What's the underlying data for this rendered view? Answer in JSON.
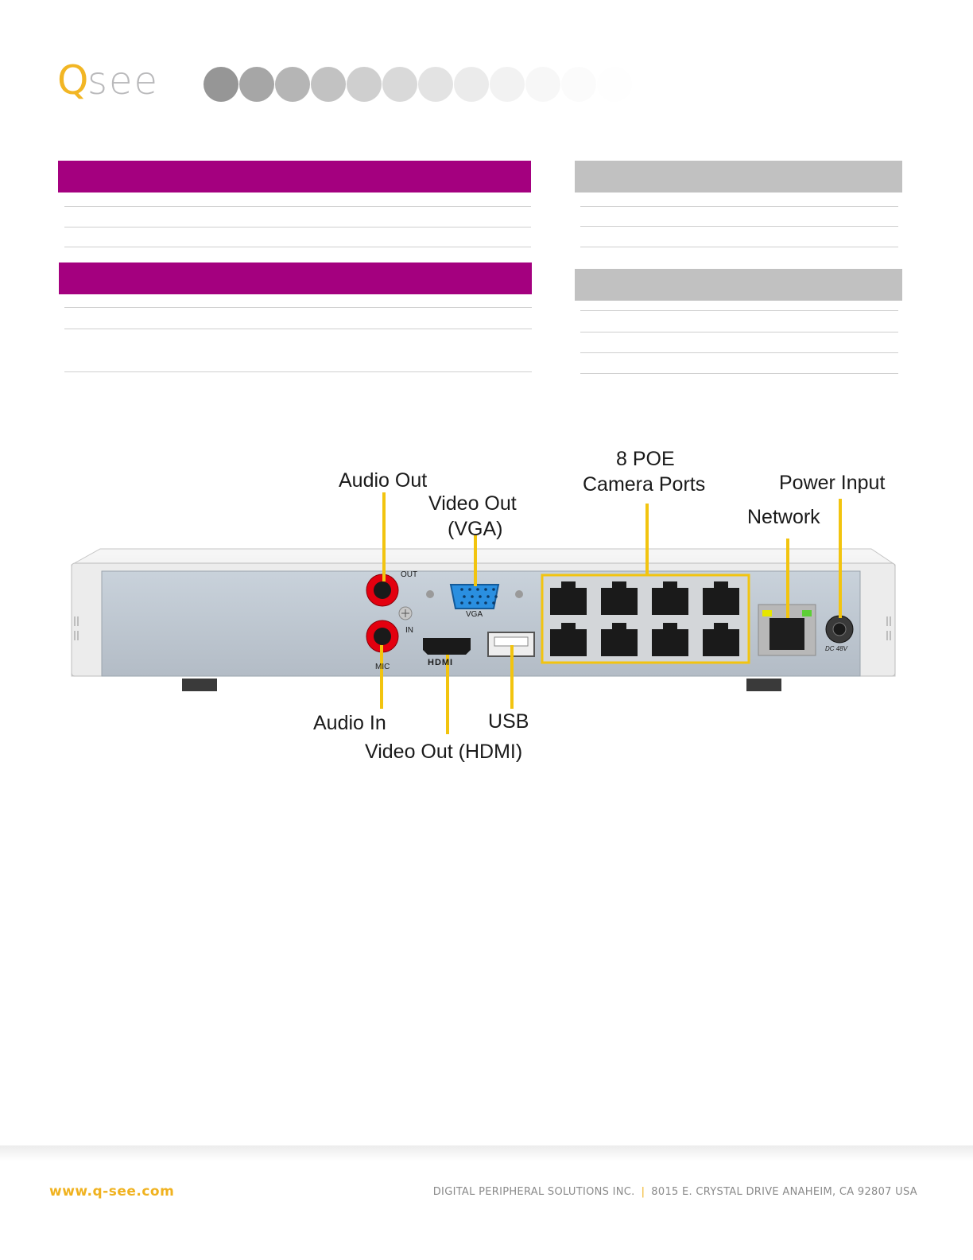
{
  "brand": {
    "logo_q": "Q",
    "logo_rest": "see",
    "accent": "#f2b624"
  },
  "colors": {
    "section_purple": "#a4007f",
    "section_grey": "#c1c1c1",
    "callout_line": "#f2c40f",
    "rca_red": "#e3000f",
    "vga_blue": "#2a8fe0"
  },
  "diagram": {
    "labels": {
      "audio_out": "Audio Out",
      "video_out_vga_1": "Video Out",
      "video_out_vga_2": "(VGA)",
      "poe_1": "8 POE",
      "poe_2": "Camera Ports",
      "power_input": "Power Input",
      "network": "Network",
      "audio_in": "Audio In",
      "usb": "USB",
      "video_out_hdmi": "Video Out (HDMI)"
    },
    "panel_text": {
      "out": "OUT",
      "in": "IN",
      "mic": "MIC",
      "vga": "VGA",
      "hdmi": "HDMI",
      "dc": "DC 48V"
    }
  },
  "footer": {
    "url": "www.q-see.com",
    "company": "DIGITAL PERIPHERAL SOLUTIONS INC.",
    "separator": "|",
    "address": "8015 E. CRYSTAL DRIVE ANAHEIM, CA 92807 USA"
  }
}
